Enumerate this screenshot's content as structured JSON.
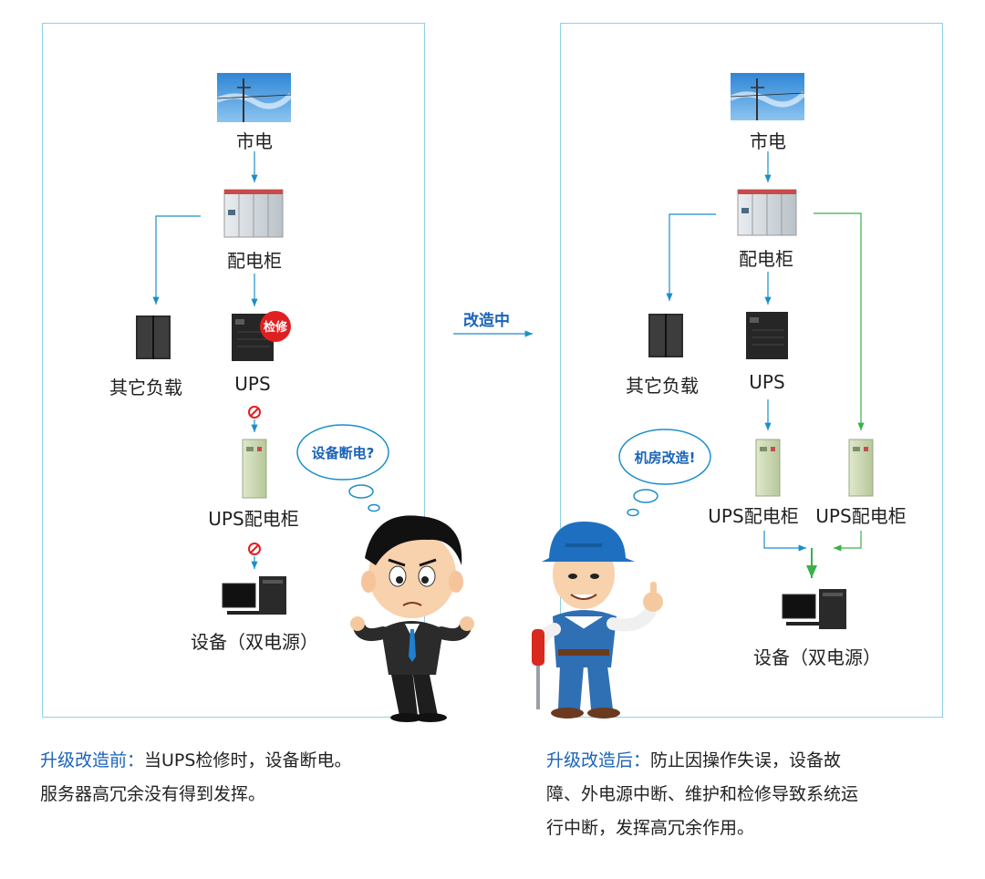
{
  "center": {
    "arrow_label": "改造中"
  },
  "left": {
    "nodes": {
      "grid": "市电",
      "cabinet": "配电柜",
      "other_load": "其它负载",
      "ups": "UPS",
      "ups_cabinet": "UPS配电柜",
      "device": "设备（双电源）"
    },
    "badge": "检修",
    "bubble": "设备断电?"
  },
  "right": {
    "nodes": {
      "grid": "市电",
      "cabinet": "配电柜",
      "other_load": "其它负载",
      "ups": "UPS",
      "ups_cabinet_1": "UPS配电柜",
      "ups_cabinet_2": "UPS配电柜",
      "device": "设备（双电源）"
    },
    "bubble": "机房改造!"
  },
  "captions": {
    "before_title": "升级改造前：",
    "before_line1": "当UPS检修时，设备断电。",
    "before_line2": "服务器高冗余没有得到发挥。",
    "after_title": "升级改造后：",
    "after_line1": "防止因操作失误，设备故",
    "after_line2": "障、外电源中断、维护和检修导致系统运",
    "after_line3": "行中断，发挥高冗余作用。"
  },
  "colors": {
    "accent_blue": "#1a8fc9",
    "green_line": "#3cb04a",
    "border": "#8fcfe6",
    "badge_red": "#e02020",
    "title_blue": "#1a63b8"
  }
}
